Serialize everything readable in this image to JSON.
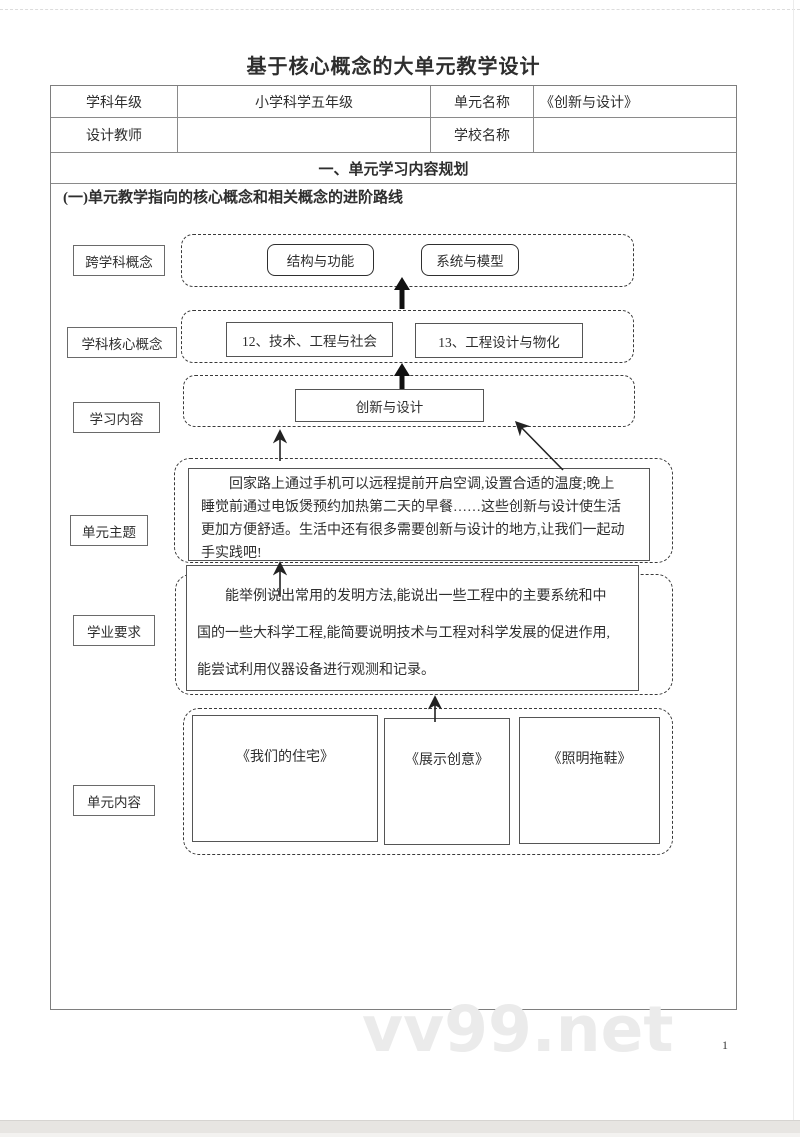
{
  "page": {
    "title": "基于核心概念的大单元教学设计",
    "watermark": "vv99.net",
    "page_number": "1"
  },
  "colors": {
    "table_border": "#8a8a8a",
    "diagram_line": "#333333",
    "watermark": "#ebebeb",
    "text": "#2e2e2e"
  },
  "info_table": {
    "row1": {
      "label1": "学科年级",
      "value1": "小学科学五年级",
      "label2": "单元名称",
      "value2": "《创新与设计》"
    },
    "row2": {
      "label1": "设计教师",
      "value1": "",
      "label2": "学校名称",
      "value2": ""
    },
    "section_header": "一、单元学习内容规划"
  },
  "diagram": {
    "heading": "(一)单元教学指向的核心概念和相关概念的进阶路线",
    "cross_concept": {
      "label": "跨学科概念",
      "items": [
        "结构与功能",
        "系统与模型"
      ]
    },
    "core_concept": {
      "label": "学科核心概念",
      "items": [
        "12、技术、工程与社会",
        "13、工程设计与物化"
      ]
    },
    "learning_content": {
      "label": "学习内容",
      "item": "创新与设计"
    },
    "unit_theme": {
      "label": "单元主题",
      "lines": [
        "回家路上通过手机可以远程提前开启空调,设置合适的温度;晚上",
        "睡觉前通过电饭煲预约加热第二天的早餐……这些创新与设计使生活",
        "更加方便舒适。生活中还有很多需要创新与设计的地方,让我们一起动",
        "手实践吧!"
      ]
    },
    "academic_requirements": {
      "label": "学业要求",
      "lines": [
        "能举例说出常用的发明方法,能说出一些工程中的主要系统和中",
        "国的一些大科学工程,能简要说明技术与工程对科学发展的促进作用,",
        "能尝试利用仪器设备进行观测和记录。"
      ]
    },
    "unit_content": {
      "label": "单元内容",
      "items": [
        "《我们的住宅》",
        "《展示创意》",
        "《照明拖鞋》"
      ]
    }
  }
}
